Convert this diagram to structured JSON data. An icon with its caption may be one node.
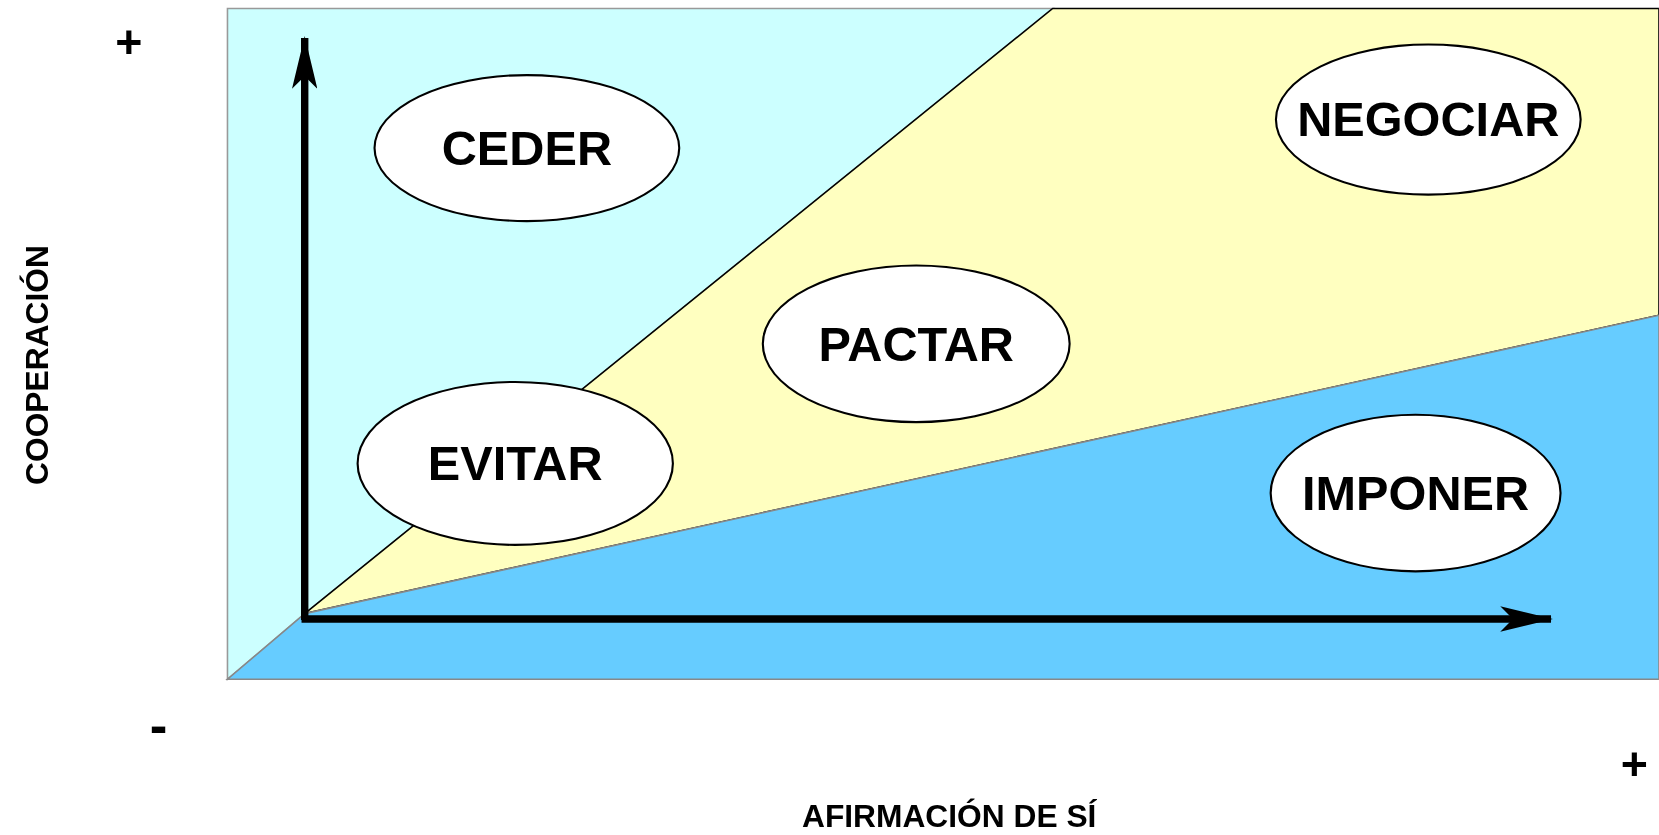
{
  "diagram": {
    "nodes": [
      {
        "text": [
          "CEDER"
        ]
      },
      {
        "text": [
          "NEGOCIAR"
        ]
      },
      {
        "text": [
          "PACTAR"
        ]
      },
      {
        "text": [
          "EVITAR"
        ]
      },
      {
        "text": [
          "IMPONER"
        ]
      }
    ],
    "labels": [
      "+",
      "COOPERACIÓN",
      "-",
      "+",
      "AFIRMACIÓN DE SÍ"
    ]
  }
}
